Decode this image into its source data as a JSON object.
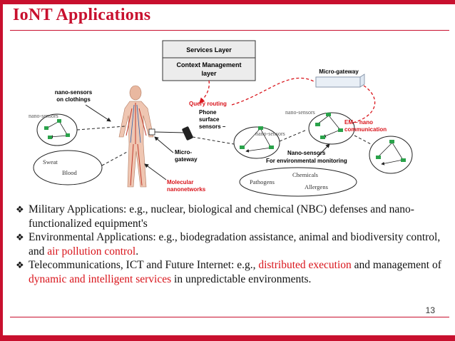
{
  "slide": {
    "title": "IoNT Applications",
    "page_number": "13"
  },
  "diagram": {
    "services_layer": "Services Layer",
    "context_layer_line1": "Context Management",
    "context_layer_line2": "layer",
    "micro_gateway_top": "Micro-gateway",
    "query_routing": "Query routing",
    "nano_sensors_clothing_line1": "nano-sensors",
    "nano_sensors_clothing_line2": "on clothings",
    "nano_sensors_left": "nano-sensors",
    "sweat": "Sweat",
    "blood": "Blood",
    "phone_line1": "Phone",
    "phone_line2": "surface",
    "phone_line3": "sensors –",
    "micro_gateway_body_line1": "Micro-",
    "micro_gateway_body_line2": "gateway",
    "molecular_line1": "Molecular",
    "molecular_line2": "nanonetworks",
    "nano_sensors_right": "nano-sensors",
    "nano_sensors_center": "nano-sensors",
    "em_nano_line1": "EM – nano",
    "em_nano_line2": "communication",
    "env_line1": "Nano-sensors",
    "env_line2": "For environmental monitoring",
    "pathogens": "Pathogens",
    "chemicals": "Chemicals",
    "allergens": "Allergens"
  },
  "bullets": [
    {
      "parts": [
        {
          "text": "Military Applications: e.g., nuclear, biological and chemical (NBC) defenses and nano-functionalized equipment's",
          "red": false
        }
      ]
    },
    {
      "parts": [
        {
          "text": "Environmental Applications: e.g., biodegradation assistance, animal and biodiversity control, and ",
          "red": false
        },
        {
          "text": "air pollution control",
          "red": true
        },
        {
          "text": ".",
          "red": false
        }
      ]
    },
    {
      "parts": [
        {
          "text": "Telecommunications, ICT and Future Internet: e.g., ",
          "red": false
        },
        {
          "text": "distributed execution",
          "red": true
        },
        {
          "text": " and management of ",
          "red": false
        },
        {
          "text": "dynamic and intelligent services",
          "red": true
        },
        {
          "text": " in unpredictable environments.",
          "red": false
        }
      ]
    }
  ],
  "colors": {
    "accent": "#c8102e",
    "highlight": "#d9141b",
    "node": "#2aa24a"
  },
  "icons": {
    "bullet": "diamond-bullet-icon"
  }
}
